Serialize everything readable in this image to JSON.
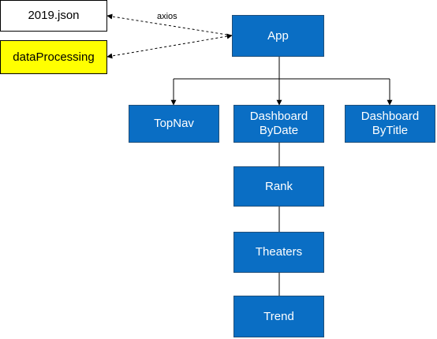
{
  "nodes": {
    "json_file": "2019.json",
    "data_processing": "dataProcessing",
    "app": "App",
    "top_nav": "TopNav",
    "dashboard_by_date": "Dashboard\nByDate",
    "dashboard_by_title": "Dashboard\nByTitle",
    "rank": "Rank",
    "theaters": "Theaters",
    "trend": "Trend"
  },
  "edge_labels": {
    "axios": "axios"
  },
  "colors": {
    "component_fill": "#0a6ec4",
    "highlight_fill": "#ffff00",
    "file_fill": "#ffffff"
  }
}
